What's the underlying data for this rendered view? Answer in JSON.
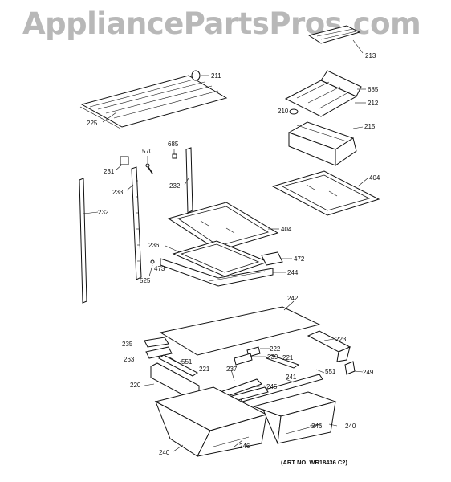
{
  "watermark": "AppliancePartsPros.com",
  "art_number": "(ART NO. WR18436 C2)",
  "callouts": {
    "c211": "211",
    "c213": "213",
    "c225": "225",
    "c685a": "685",
    "c212": "212",
    "c210": "210",
    "c215": "215",
    "c570": "570",
    "c685b": "685",
    "c231": "231",
    "c233": "233",
    "c232a": "232",
    "c232b": "232",
    "c404a": "404",
    "c404b": "404",
    "c236": "236",
    "c472": "472",
    "c525": "525",
    "c473": "473",
    "c244": "244",
    "c242": "242",
    "c235": "235",
    "c223": "223",
    "c222": "222",
    "c239": "239",
    "c263": "263",
    "c551a": "551",
    "c221a": "221",
    "c221b": "221",
    "c551b": "551",
    "c249": "249",
    "c237": "237",
    "c241": "241",
    "c220": "220",
    "c245": "245",
    "c246a": "246",
    "c246b": "246",
    "c240a": "240",
    "c240b": "240"
  }
}
